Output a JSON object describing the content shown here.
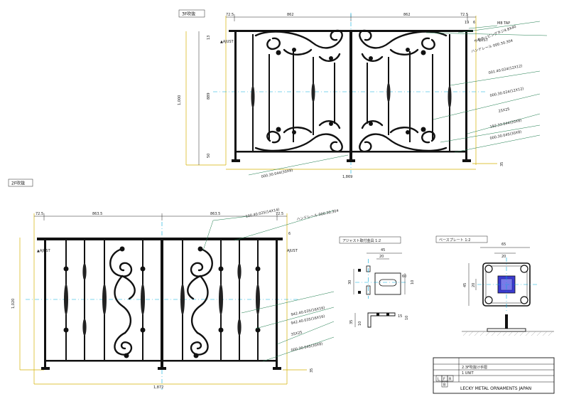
{
  "top_view": {
    "tag": "3F吹抜",
    "dims_top": [
      "72.5",
      "862",
      "862",
      "72.5"
    ],
    "dims_right_top": [
      "19",
      "6"
    ],
    "dim_overall_w": "1,869",
    "dim_left_h": "1,000",
    "dim_inner_h": "889",
    "dim_small_top": "13",
    "dim_small_bot": "50",
    "dim_base": "35",
    "adjust_left": "▲AJUST",
    "adjust_right": "AJUST",
    "callouts": [
      "M8 TAP",
      "サラタッピングネジ4.8X40",
      "ハンドレール  000.30.304",
      "001.40.024(12X12)",
      "000.30.024(12X12)",
      "25X25",
      "192.33.044(20X8)",
      "000.30.045(30X8)"
    ],
    "bottom_callout": "000.30.044(30X8)"
  },
  "side_view": {
    "tag": "2F吹抜",
    "dims_top": [
      "72.5",
      "863.5",
      "863.5",
      "72.5"
    ],
    "dim_overall_w": "1,872",
    "dim_left_h": "1,020",
    "dim_right_top": "6",
    "dim_base": "35",
    "adjust_left": "▲AJUST",
    "adjust_right": "AJUST",
    "callouts": [
      "100.40.025(14X14)",
      "ハンドレール  000.30.304",
      "942.40.035(16X16)",
      "942.40.035(16X16)",
      "35X25",
      "000.30.045(30X8)"
    ]
  },
  "adjust_detail": {
    "title": "アジャスト取付金具  1:2",
    "dims": [
      "45",
      "20",
      "30",
      "60",
      "10",
      "15",
      "35",
      "10",
      "10"
    ]
  },
  "base_plate": {
    "title": "ベースプレート  1:2",
    "dims": [
      "65",
      "20",
      "45",
      "20"
    ]
  },
  "title_block": {
    "row1": "",
    "row2": "2.3F吹抜け手摺",
    "row3": "1 UNIT",
    "company": "LECKY METAL ORNAMENTS JAPAN",
    "grid": [
      "L",
      "F",
      "R",
      "B"
    ]
  },
  "colors": {
    "line": "#111111",
    "centerline": "#00aadd",
    "dimension_yellow": "#d4b000",
    "leader_green": "#1a7a4a"
  }
}
